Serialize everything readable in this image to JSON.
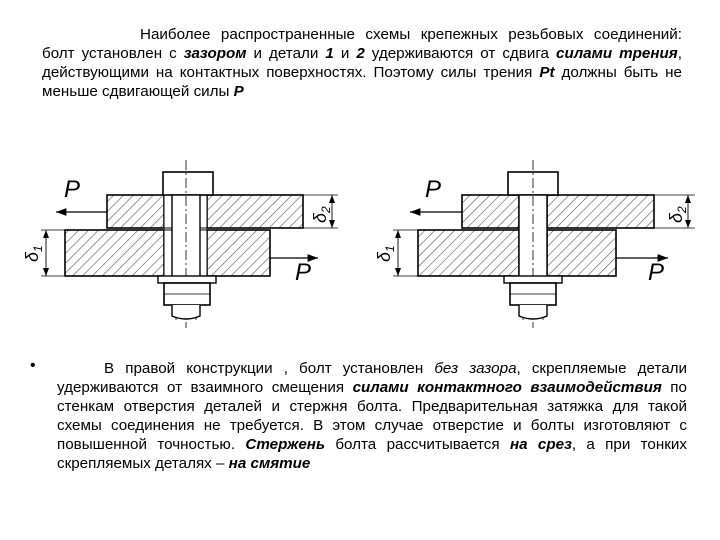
{
  "top_text": {
    "s1": "Наиболее распространенные схемы крепежных резьбовых соединений: болт установлен с ",
    "s2": "зазором",
    "s3": " и детали ",
    "s4": "1",
    "s5": " и ",
    "s6": "2",
    "s7": " удерживаются от сдвига ",
    "s8": "силами трения",
    "s9": ", действующими на контактных поверхностях. Поэтому силы трения ",
    "s10": "Pt",
    "s11": " должны быть не меньше сдвигающей силы ",
    "s12": "P"
  },
  "bullet": "•",
  "bottom_text": {
    "s1": "В правой конструкции , болт установлен ",
    "s2": "без зазора",
    "s3": ", скрепляемые детали удерживаются от взаимного смещения ",
    "s4": "силами контактного взаимодействия",
    "s5": " по стенкам отверстия деталей и стержня болта. Предварительная затяжка для такой схемы соединения не требуется. В этом случае отверстие и болты изготовляют с повышенной точностью. ",
    "s6": "Стержень",
    "s7": " болта рассчитывается ",
    "s8": "на срез",
    "s9": ", а при тонких скрепляемых деталях – ",
    "s10": "на смятие"
  },
  "diagram": {
    "left": {
      "force_top": "P",
      "force_bottom": "P",
      "delta1": "δ",
      "delta1_sub": "1",
      "delta2": "δ",
      "delta2_sub": "2"
    },
    "right": {
      "force_top": "P",
      "force_bottom": "P",
      "delta1": "δ",
      "delta1_sub": "1",
      "delta2": "δ",
      "delta2_sub": "2"
    }
  }
}
